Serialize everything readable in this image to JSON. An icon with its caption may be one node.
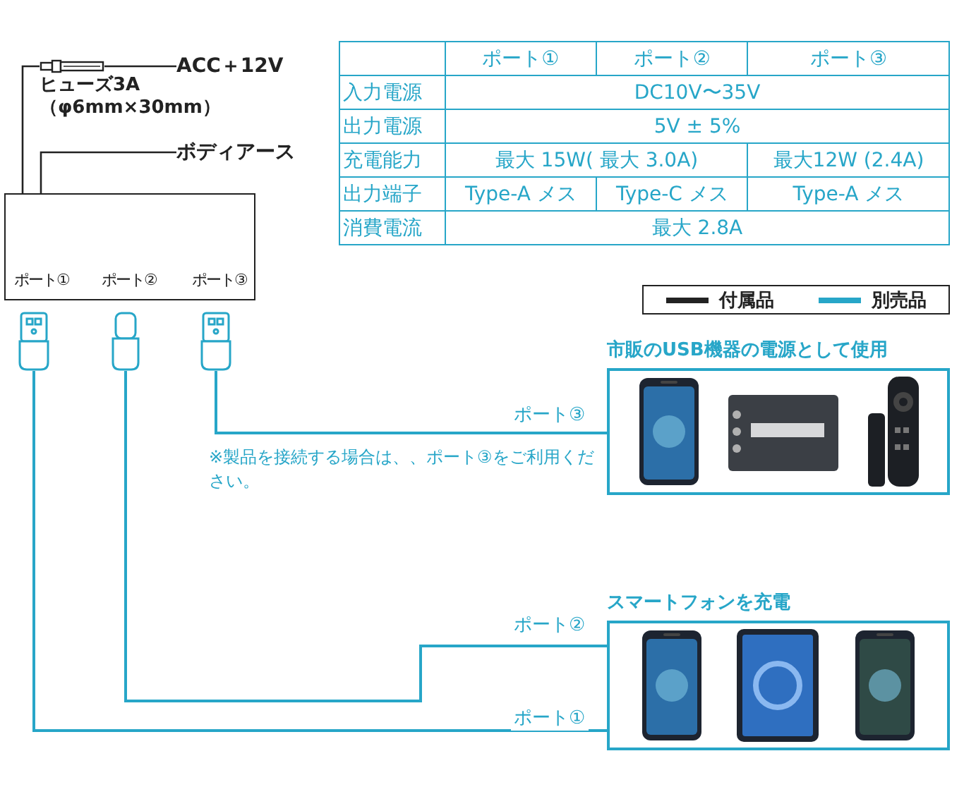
{
  "diagram": {
    "nodes": [
      {
        "text": [
          "ACC＋12V"
        ]
      },
      {
        "text": [],
        "shape": "fuse",
        "beside": [
          "ヒューズ3A （φ6mm×30mm）"
        ]
      },
      {
        "text": [
          "ボディアース"
        ]
      },
      {
        "text": [
          "ポート①",
          "ポート②",
          "ポート③"
        ]
      },
      {
        "text": [],
        "shape": "plug"
      },
      {
        "text": [],
        "shape": "plug"
      },
      {
        "text": [],
        "shape": "plug"
      },
      {
        "text": [
          "市販のUSB機器の電源として使用"
        ]
      },
      {
        "text": [],
        "shape": "phone",
        "in": 7
      },
      {
        "text": [],
        "shape": "box",
        "in": 7
      },
      {
        "text": [],
        "shape": "remote",
        "in": 7
      },
      {
        "text": [
          "スマートフォンを充電"
        ]
      },
      {
        "text": [],
        "shape": "phone",
        "in": 11
      },
      {
        "text": [],
        "shape": "tablet",
        "in": 11
      },
      {
        "text": [],
        "shape": "phone",
        "in": 11
      }
    ],
    "edges": [
      {
        "from": 3,
        "to": 1,
        "arrow": "none"
      },
      {
        "from": 1,
        "to": 0,
        "arrow": "none"
      },
      {
        "from": 3,
        "to": 2,
        "arrow": "none"
      },
      {
        "from": 4,
        "to": 11,
        "arrow": "none",
        "label": "ポート①",
        "color": "#27a6c8"
      },
      {
        "from": 5,
        "to": 11,
        "arrow": "none",
        "label": "ポート②",
        "color": "#27a6c8"
      },
      {
        "from": 6,
        "to": 7,
        "arrow": "none",
        "label": "ポート③",
        "color": "#27a6c8"
      }
    ],
    "labels": [
      "ポート①",
      "ポート②",
      "ポート③",
      "入力電源",
      "DC10V〜35V",
      "出力電源",
      "5V ± 5%",
      "充電能力",
      "最大 15W( 最大 3.0A)",
      "最大12W (2.4A)",
      "出力端子",
      "Type-A メス",
      "Type-C メス",
      "Type-A メス",
      "消費電流",
      "最大 2.8A",
      "※製品を接続する場合は、、ポート③をご利用ください。"
    ],
    "legend": [
      {
        "text": "付属品"
      },
      {
        "text": "別売品"
      }
    ]
  }
}
